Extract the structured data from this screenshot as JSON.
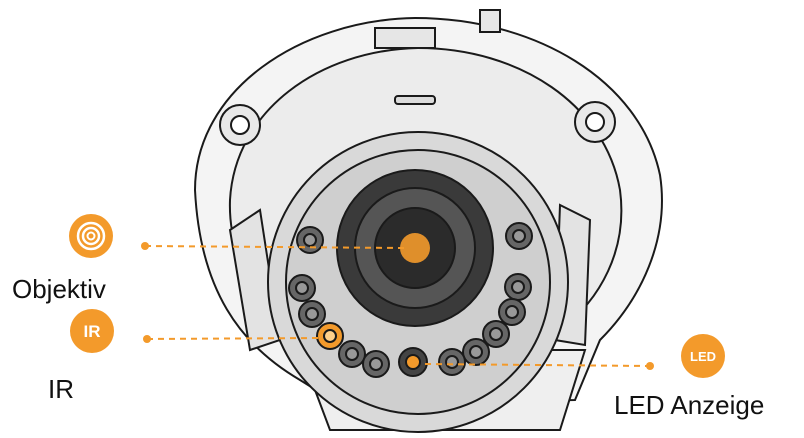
{
  "callouts": {
    "lens": {
      "label": "Objektiv",
      "icon": "lens-rings-icon"
    },
    "ir": {
      "label": "IR",
      "badge_text": "IR",
      "icon": "ir-badge-icon"
    },
    "led": {
      "label": "LED Anzeige",
      "badge_text": "LED",
      "icon": "led-badge-icon"
    }
  },
  "camera": {
    "icon": "dome-camera-illustration"
  },
  "colors": {
    "accent": "#f39a2b",
    "line": "#f39a2b",
    "housing": "#f2f2f2",
    "outline": "#1a1a1a",
    "lens_dark": "#2b2b2b"
  }
}
